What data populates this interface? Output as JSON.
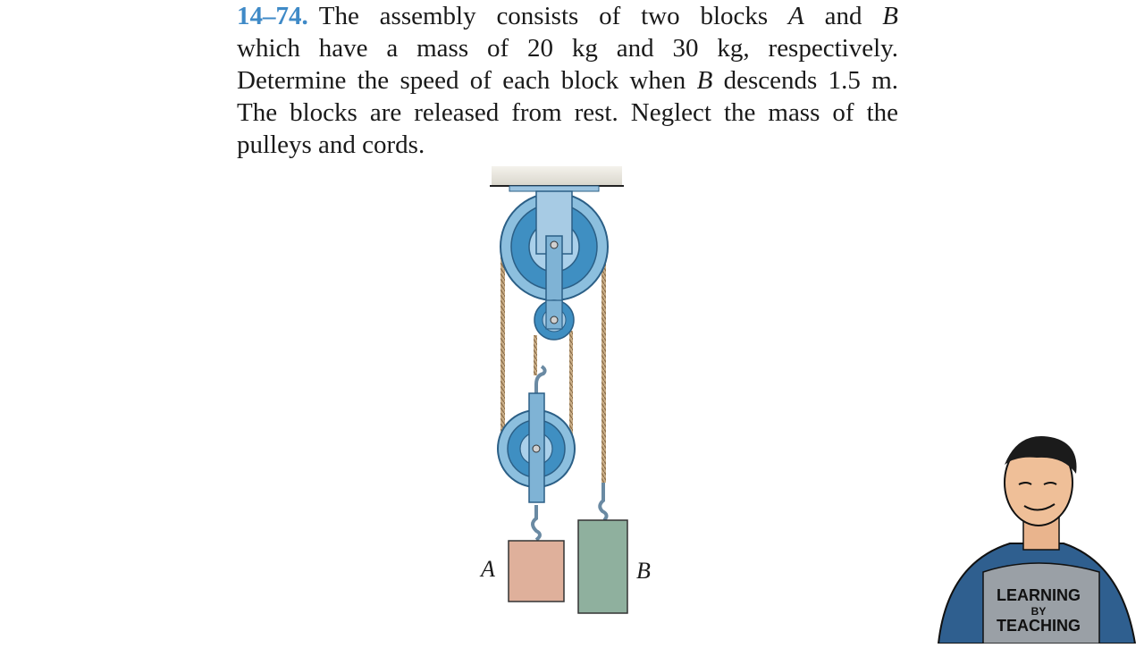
{
  "problem": {
    "number": "14–74.",
    "lines": [
      [
        "The assembly consists of two blocks ",
        "A",
        " and ",
        "B"
      ],
      [
        "which have a mass of 20 kg and 30 kg, respectively."
      ],
      [
        "Determine the speed of each block when ",
        "B",
        " descends 1.5 m."
      ],
      [
        "The blocks are released from rest. Neglect the mass of the"
      ],
      [
        "pulleys and cords."
      ]
    ]
  },
  "figure": {
    "label_a": "A",
    "label_b": "B",
    "colors": {
      "pulley": "#7fb3d5",
      "pulley_dark": "#3e86b8",
      "block_a": "#dfb09b",
      "block_b": "#8fb09e",
      "rope": "#b99a73"
    }
  },
  "avatar": {
    "shirt_line1": "LEARNING",
    "shirt_line2": "BY",
    "shirt_line3": "TEACHING"
  }
}
